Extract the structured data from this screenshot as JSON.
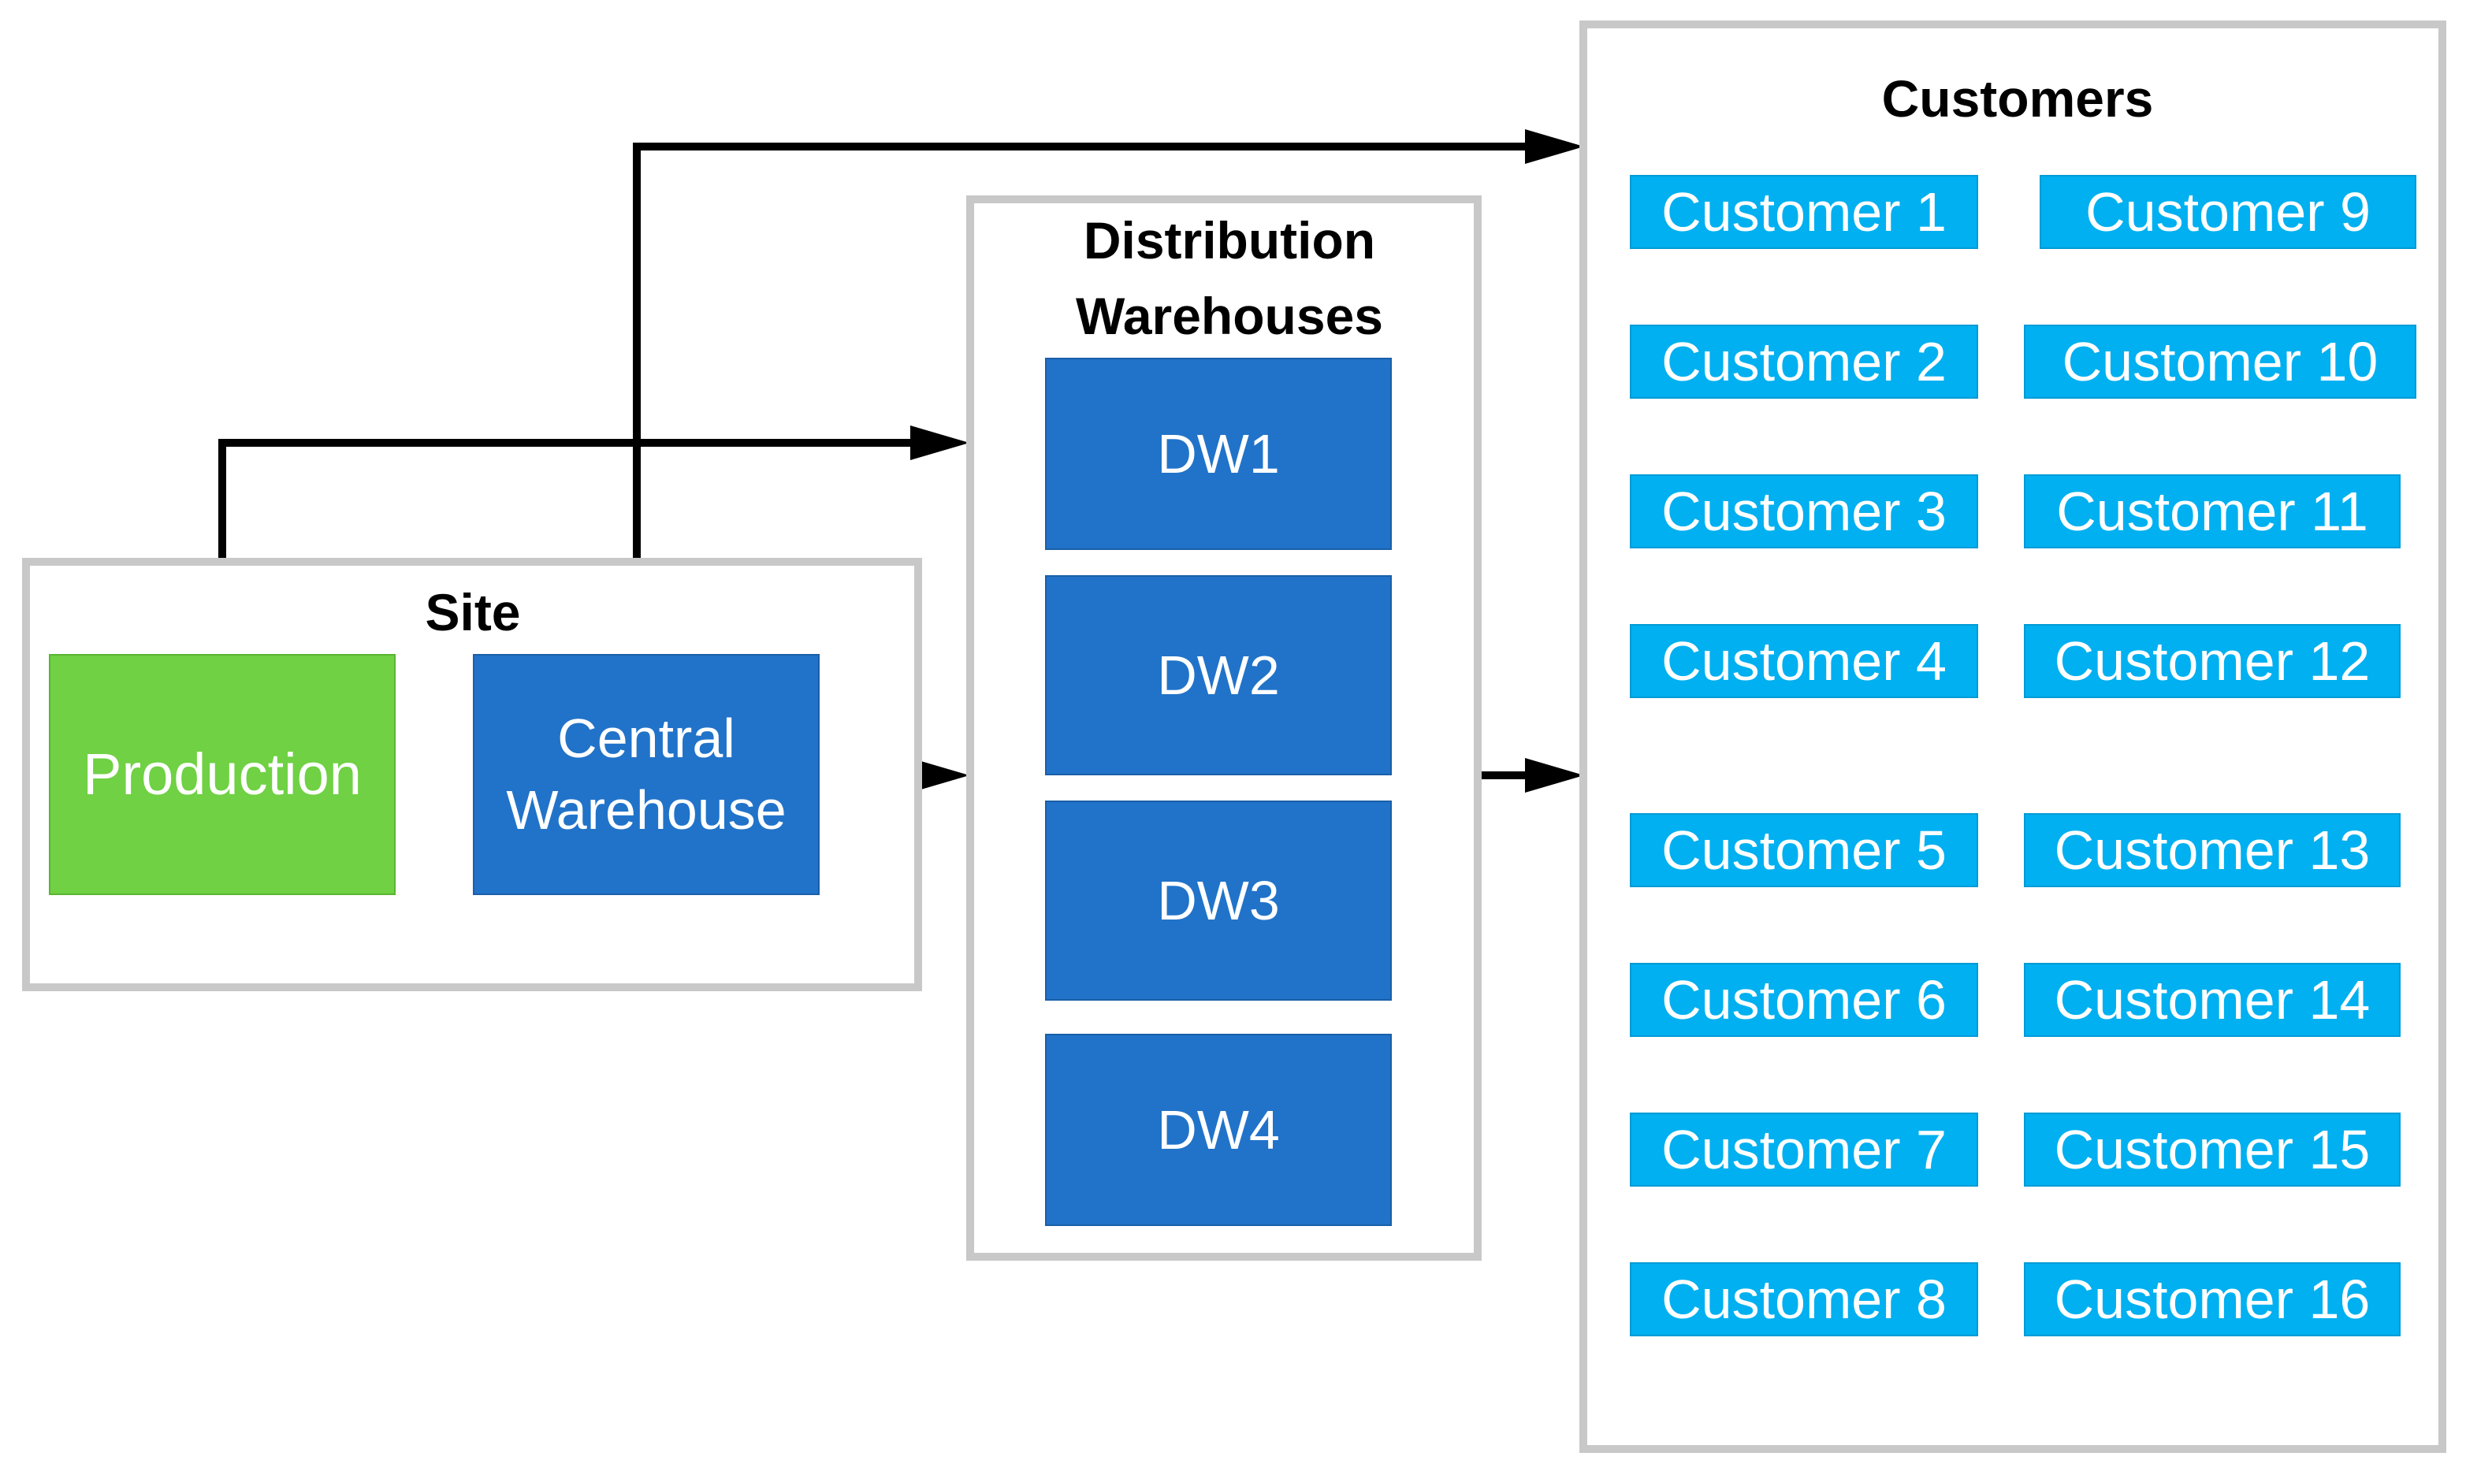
{
  "site": {
    "title": "Site",
    "production_label": "Production",
    "central_warehouse_label": "Central Warehouse"
  },
  "distribution": {
    "title": "Distribution Warehouses",
    "warehouses": [
      "DW1",
      "DW2",
      "DW3",
      "DW4"
    ]
  },
  "customers": {
    "title": "Customers",
    "items": [
      "Customer 1",
      "Customer 2",
      "Customer 3",
      "Customer 4",
      "Customer 5",
      "Customer 6",
      "Customer 7",
      "Customer 8",
      "Customer 9",
      "Customer 10",
      "Customer 11",
      "Customer 12",
      "Customer 13",
      "Customer 14",
      "Customer 15",
      "Customer 16"
    ]
  },
  "colors": {
    "production": "#6fd143",
    "warehouse": "#2173c9",
    "customer": "#00b0f0",
    "group_border": "#c8c8c8",
    "arrow": "#000000"
  }
}
